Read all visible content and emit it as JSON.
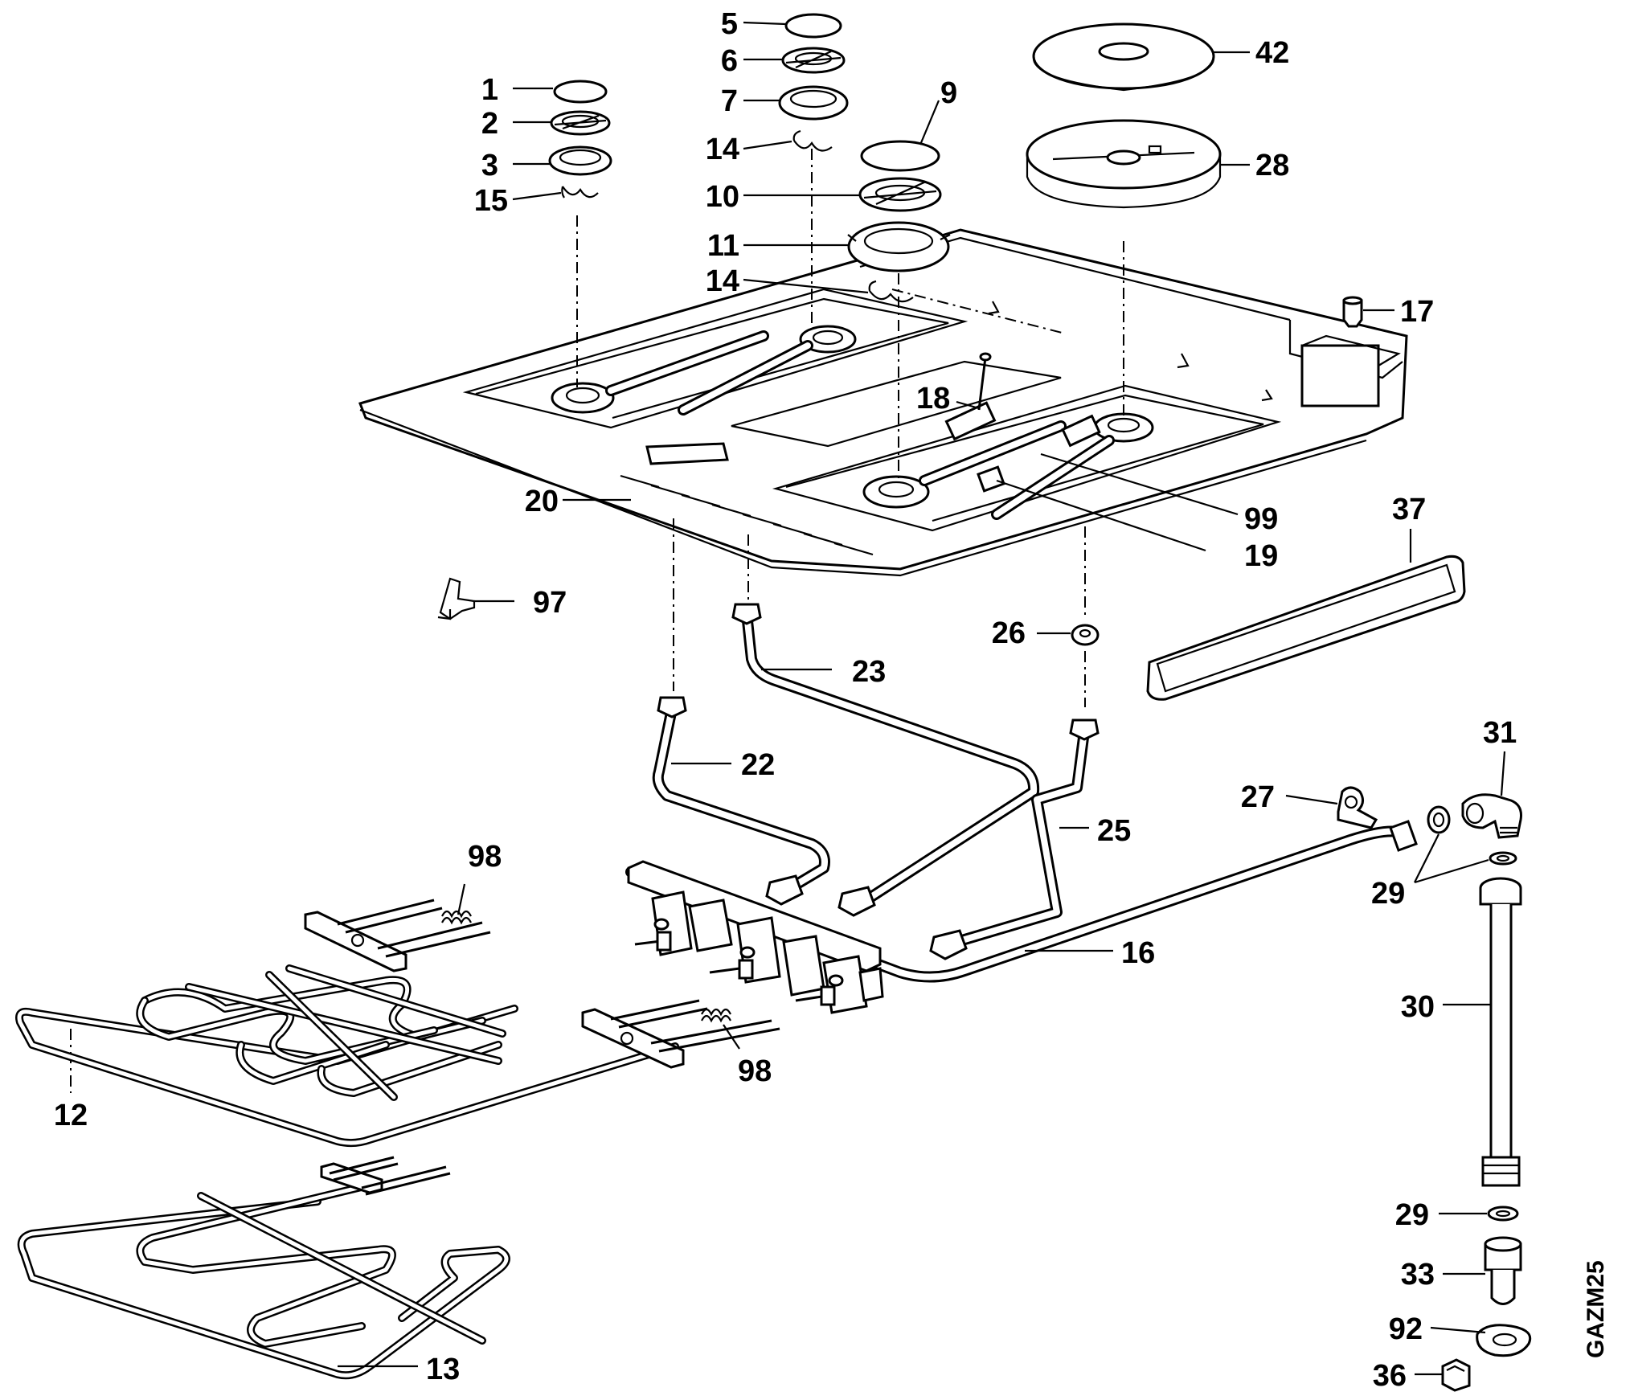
{
  "diagram": {
    "drawing_code": "GAZM25",
    "callouts": [
      {
        "id": "c1",
        "label": "1"
      },
      {
        "id": "c2",
        "label": "2"
      },
      {
        "id": "c3",
        "label": "3"
      },
      {
        "id": "c15",
        "label": "15"
      },
      {
        "id": "c5",
        "label": "5"
      },
      {
        "id": "c6",
        "label": "6"
      },
      {
        "id": "c7",
        "label": "7"
      },
      {
        "id": "c14a",
        "label": "14"
      },
      {
        "id": "c9",
        "label": "9"
      },
      {
        "id": "c10",
        "label": "10"
      },
      {
        "id": "c11",
        "label": "11"
      },
      {
        "id": "c14b",
        "label": "14"
      },
      {
        "id": "c42",
        "label": "42"
      },
      {
        "id": "c28",
        "label": "28"
      },
      {
        "id": "c17",
        "label": "17"
      },
      {
        "id": "c18",
        "label": "18"
      },
      {
        "id": "c20",
        "label": "20"
      },
      {
        "id": "c99",
        "label": "99"
      },
      {
        "id": "c19",
        "label": "19"
      },
      {
        "id": "c37",
        "label": "37"
      },
      {
        "id": "c97",
        "label": "97"
      },
      {
        "id": "c26",
        "label": "26"
      },
      {
        "id": "c23",
        "label": "23"
      },
      {
        "id": "c22",
        "label": "22"
      },
      {
        "id": "c31",
        "label": "31"
      },
      {
        "id": "c27",
        "label": "27"
      },
      {
        "id": "c25",
        "label": "25"
      },
      {
        "id": "c29a",
        "label": "29"
      },
      {
        "id": "c98a",
        "label": "98"
      },
      {
        "id": "c16",
        "label": "16"
      },
      {
        "id": "c30",
        "label": "30"
      },
      {
        "id": "c98b",
        "label": "98"
      },
      {
        "id": "c12",
        "label": "12"
      },
      {
        "id": "c29b",
        "label": "29"
      },
      {
        "id": "c33",
        "label": "33"
      },
      {
        "id": "c92",
        "label": "92"
      },
      {
        "id": "c13",
        "label": "13"
      },
      {
        "id": "c36",
        "label": "36"
      }
    ]
  }
}
